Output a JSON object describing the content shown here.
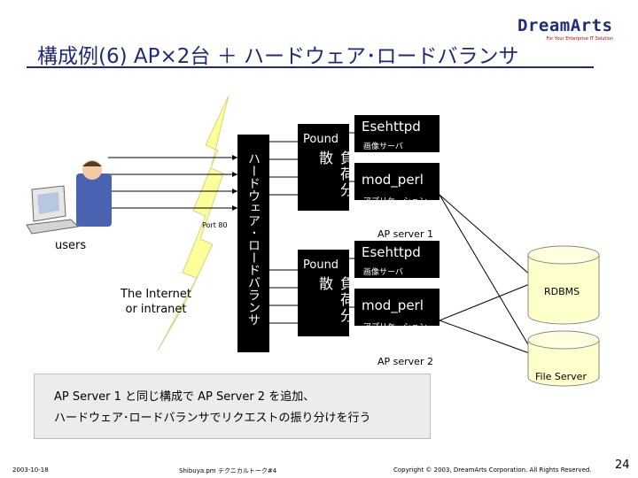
{
  "title": "構成例(6) AP×2台 ＋ ハードウェア･ロードバランサ",
  "logo": {
    "name": "DreamArts",
    "tagline": "For Your Enterprise IT Solution"
  },
  "network": {
    "label": "The Internet\nor intranet",
    "users_label": "users",
    "port_label": "Port 80"
  },
  "load_balancer": {
    "label": "ハードウェア･ロードバランサ"
  },
  "servers": [
    {
      "pound_label": "Pound",
      "pound_vertical": "負荷分散",
      "web_label": "Esehttpd",
      "web_sub": "画像サーバ",
      "app_label": "mod_perl",
      "app_sub": "アプリケーション",
      "server_label": "AP server 1"
    },
    {
      "pound_label": "Pound",
      "pound_vertical": "負荷分散",
      "web_label": "Esehttpd",
      "web_sub": "画像サーバ",
      "app_label": "mod_perl",
      "app_sub": "アプリケーション",
      "server_label": "AP server 2"
    }
  ],
  "backends": {
    "rdbms_label": "RDBMS",
    "file_server_label": "File Server"
  },
  "note": {
    "line1": "AP Server 1 と同じ構成で AP Server 2 を追加、",
    "line2": "ハードウェア･ロードバランサでリクエストの振り分けを行う"
  },
  "footer": {
    "date": "2003-10-18",
    "event": "Shibuya.pm テクニカルトーク#4",
    "copyright": "Copyright © 2003, DreamArts Corporation. All Rights Reserved.",
    "page": "24"
  },
  "colors": {
    "title": "#1f2a7a",
    "cylinder": "#ffffcc",
    "lightning": "#ffff99"
  }
}
